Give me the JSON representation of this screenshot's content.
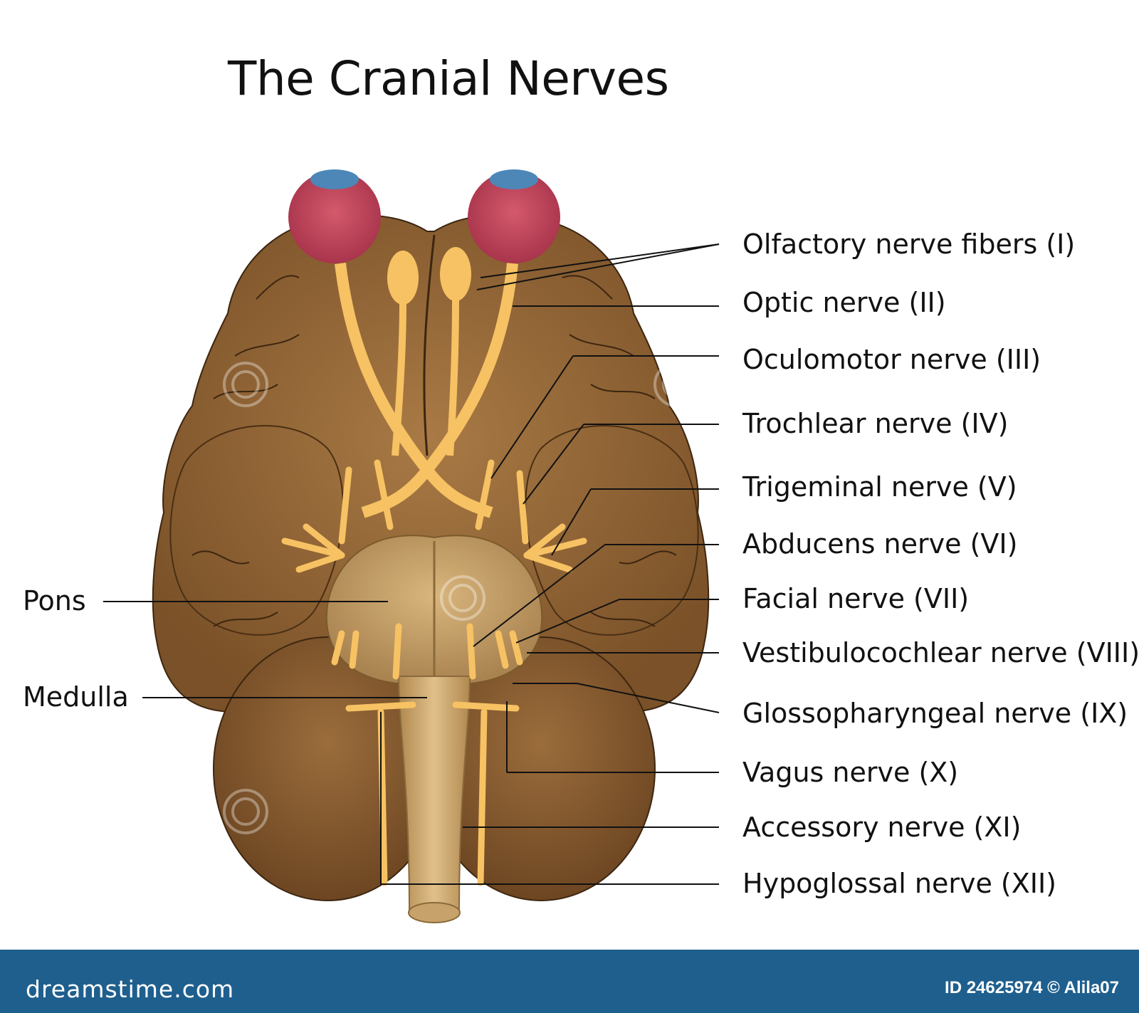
{
  "title": "The Cranial Nerves",
  "labels_right": [
    "Olfactory nerve fibers (I)",
    "Optic nerve (II)",
    "Oculomotor nerve (III)",
    "Trochlear nerve (IV)",
    "Trigeminal nerve (V)",
    "Abducens nerve (VI)",
    "Facial nerve (VII)",
    "Vestibulocochlear nerve (VIII)",
    "Glossopharyngeal nerve (IX)",
    "Vagus nerve (X)",
    "Accessory nerve (XI)",
    "Hypoglossal nerve (XII)"
  ],
  "labels_left": [
    "Pons",
    "Medulla"
  ],
  "watermark": "dreamstime",
  "footer": {
    "logo": "dreamstime.com",
    "id_text": "ID 24625974 © Alila07"
  },
  "colors": {
    "brain": "#8b6034",
    "brain_dark": "#5a3a1a",
    "nerve": "#f7c263",
    "eye": "#c8475a",
    "footer_bg": "#1e5f8e"
  }
}
